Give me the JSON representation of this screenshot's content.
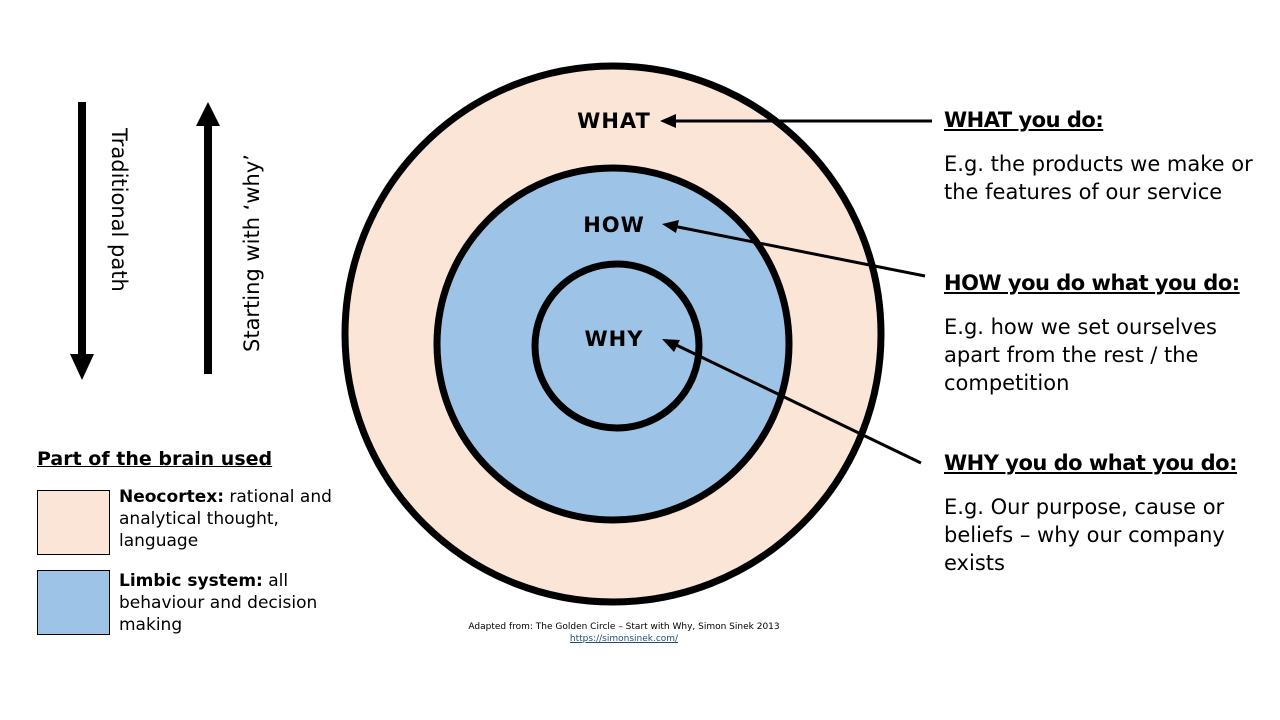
{
  "circles": {
    "outer": {
      "label": "WHAT",
      "color": "#fbe5d6"
    },
    "middle": {
      "label": "HOW",
      "color": "#9dc3e6"
    },
    "inner": {
      "label": "WHY",
      "color": "#9dc3e6"
    }
  },
  "arrows": {
    "traditional": "Traditional path",
    "starting_why": "Starting with ‘why’"
  },
  "explanations": [
    {
      "heading": "WHAT you do:",
      "text": "E.g. the products we make or the features of our service"
    },
    {
      "heading": "HOW you do what you do:",
      "text": "E.g. how we set ourselves apart from the rest / the competition"
    },
    {
      "heading": "WHY you do what you do:",
      "text": "E.g. Our purpose, cause or beliefs – why our company exists"
    }
  ],
  "legend": {
    "title": "Part of the brain used",
    "items": [
      {
        "term": "Neocortex:",
        "text": " rational and analytical thought, language",
        "color": "#fbe5d6"
      },
      {
        "term": "Limbic system:",
        "text": " all behaviour and decision making",
        "color": "#9dc3e6"
      }
    ]
  },
  "credit": {
    "text": "Adapted from: The Golden Circle – Start with Why, Simon Sinek 2013",
    "link": "https://simonsinek.com/"
  }
}
